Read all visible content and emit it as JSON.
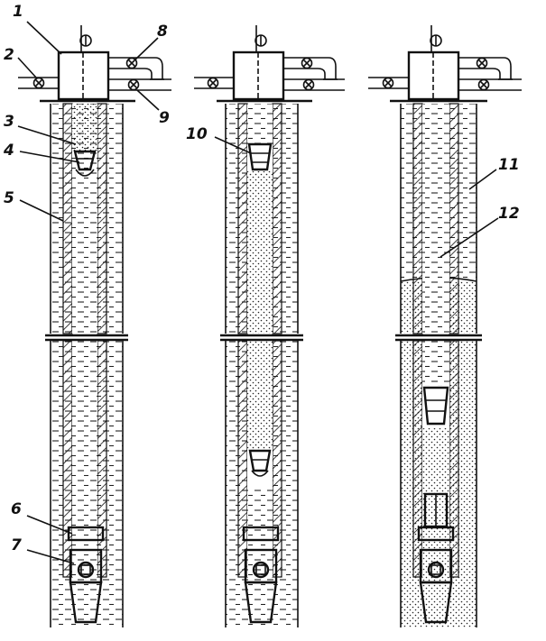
{
  "labels": {
    "l1": "1",
    "l2": "2",
    "l3": "3",
    "l4": "4",
    "l5": "5",
    "l6": "6",
    "l7": "7",
    "l8": "8",
    "l9": "9",
    "l10": "10",
    "l11": "11",
    "l12": "12"
  },
  "colors": {
    "ink": "#111111",
    "paper": "#ffffff"
  }
}
